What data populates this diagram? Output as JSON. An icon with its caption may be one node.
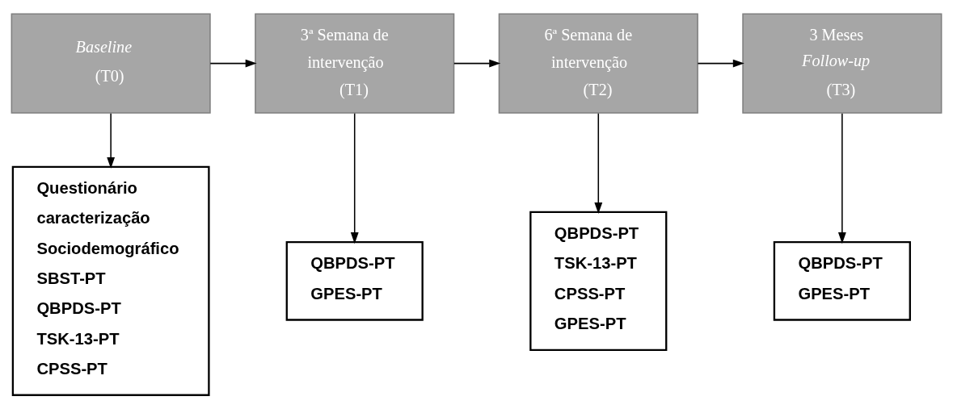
{
  "diagram": {
    "nodes": [
      {
        "text": [
          "*Baseline* (T0)"
        ]
      },
      {
        "text": [
          "3ª Semana de intervenção (T1)"
        ]
      },
      {
        "text": [
          "6ª Semana de intervenção (T2)"
        ]
      },
      {
        "text": [
          "3 Meses *Follow-up* (T3)"
        ]
      },
      {
        "text": [
          "Questionário caracterização Sociodemográfico",
          "SBST-PT",
          "QBPDS-PT",
          "TSK-13-PT",
          "CPSS-PT"
        ]
      },
      {
        "text": [
          "QBPDS-PT",
          "GPES-PT"
        ]
      },
      {
        "text": [
          "QBPDS-PT",
          "TSK-13-PT",
          "CPSS-PT",
          "GPES-PT"
        ]
      },
      {
        "text": [
          "QBPDS-PT",
          "GPES-PT"
        ]
      }
    ],
    "edges": [
      {
        "from": 0,
        "to": 1,
        "arrow": "to"
      },
      {
        "from": 1,
        "to": 2,
        "arrow": "to"
      },
      {
        "from": 2,
        "to": 3,
        "arrow": "to"
      },
      {
        "from": 0,
        "to": 4,
        "arrow": "to"
      },
      {
        "from": 1,
        "to": 5,
        "arrow": "to"
      },
      {
        "from": 2,
        "to": 6,
        "arrow": "to"
      },
      {
        "from": 3,
        "to": 7,
        "arrow": "to"
      }
    ]
  }
}
